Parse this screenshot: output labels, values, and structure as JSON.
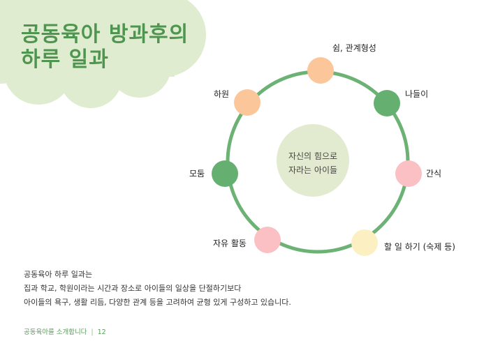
{
  "title": {
    "line1": "공동육아 방과후의",
    "line2": "하루 일과"
  },
  "center": {
    "line1": "자신의 힘으로",
    "line2": "자라는 아이들"
  },
  "nodes": [
    {
      "label": "쉼, 관계형성",
      "color": "#fbc69a"
    },
    {
      "label": "나들이",
      "color": "#65b070"
    },
    {
      "label": "간식",
      "color": "#fbc0c4"
    },
    {
      "label": "할 일 하기 (숙제 등)",
      "color": "#fcf0c2"
    },
    {
      "label": "자유 활동",
      "color": "#fbc0c4"
    },
    {
      "label": "모둠",
      "color": "#65b070"
    },
    {
      "label": "하원",
      "color": "#fbc69a"
    }
  ],
  "colors": {
    "accent_green": "#4e9550",
    "ring": "#6db275",
    "cloud": "#dfeccf",
    "center_fill": "#e2ebcf"
  },
  "description": {
    "line1": "공동육아 하루 일과는",
    "line2": "집과 학교, 학원이라는 시간과 장소로 아이들의 일상을 단절하기보다",
    "line3": "아이들의 욕구, 생활 리듬, 다양한 관계 등을 고려하여 균형 있게 구성하고 있습니다."
  },
  "footer": {
    "section": "공동육아를 소개합니다",
    "separator": "|",
    "page_number": "12"
  }
}
